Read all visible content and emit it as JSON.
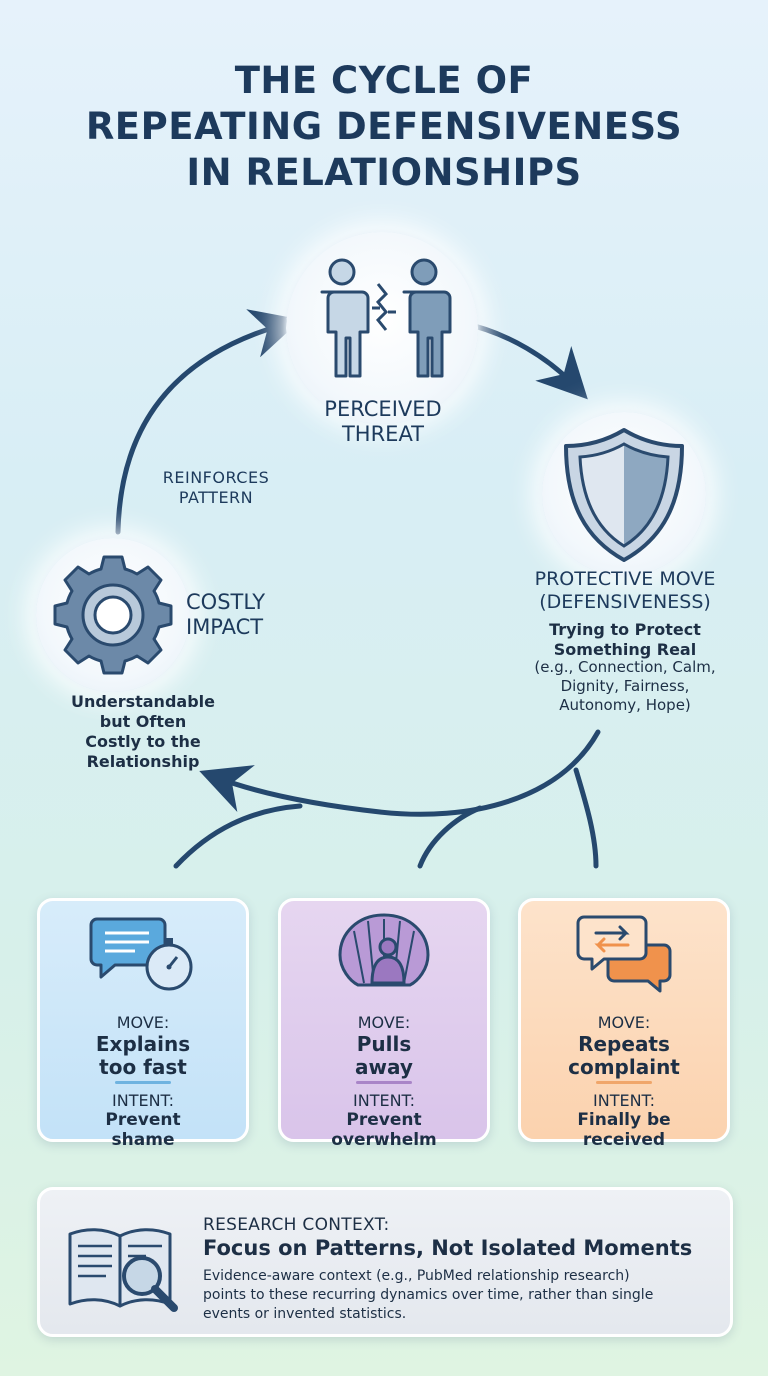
{
  "title": {
    "line1": "THE CYCLE OF",
    "line2": "REPEATING DEFENSIVENESS",
    "line3": "IN RELATIONSHIPS"
  },
  "nodes": {
    "threat": {
      "line1": "PERCEIVED",
      "line2": "THREAT",
      "icon": "two-people-conflict-icon"
    },
    "protective": {
      "line1": "PROTECTIVE MOVE",
      "line2": "(DEFENSIVENESS)",
      "sub1": "Trying to Protect",
      "sub2": "Something Real",
      "examples1": "(e.g., Connection, Calm,",
      "examples2": "Dignity, Fairness,",
      "examples3": "Autonomy, Hope)",
      "icon": "shield-icon"
    },
    "impact": {
      "line1": "COSTLY",
      "line2": "IMPACT",
      "desc1": "Understandable",
      "desc2": "but Often",
      "desc3": "Costly to the",
      "desc4": "Relationship",
      "icon": "gear-icon"
    },
    "reinforce": {
      "line1": "REINFORCES",
      "line2": "PATTERN"
    }
  },
  "cards": [
    {
      "move_label": "MOVE:",
      "move_line1": "Explains",
      "move_line2": "too fast",
      "intent_label": "INTENT:",
      "intent_line1": "Prevent",
      "intent_line2": "shame",
      "icon": "chat-stopwatch-icon",
      "accent": "#6fb3e0"
    },
    {
      "move_label": "MOVE:",
      "move_line1": "Pulls",
      "move_line2": "away",
      "intent_label": "INTENT:",
      "intent_line1": "Prevent",
      "intent_line2": "overwhelm",
      "icon": "shell-withdraw-icon",
      "accent": "#a985c8"
    },
    {
      "move_label": "MOVE:",
      "move_line1": "Repeats",
      "move_line2": "complaint",
      "intent_label": "INTENT:",
      "intent_line1": "Finally be",
      "intent_line2": "received",
      "icon": "repeat-chat-icon",
      "accent": "#f0a66a"
    }
  ],
  "research": {
    "heading": "RESEARCH CONTEXT:",
    "subheading": "Focus on Patterns, Not Isolated Moments",
    "body1": "Evidence-aware context (e.g., PubMed relationship research)",
    "body2": "points to these recurring dynamics over time, rather than single",
    "body3": "events or invented statistics.",
    "icon": "book-magnifier-icon"
  },
  "colors": {
    "navy": "#1d3a5c",
    "arrow": "#25486e",
    "card_blue": "#c9e5f8",
    "card_purple": "#dccaec",
    "card_orange": "#fcd8b8"
  }
}
